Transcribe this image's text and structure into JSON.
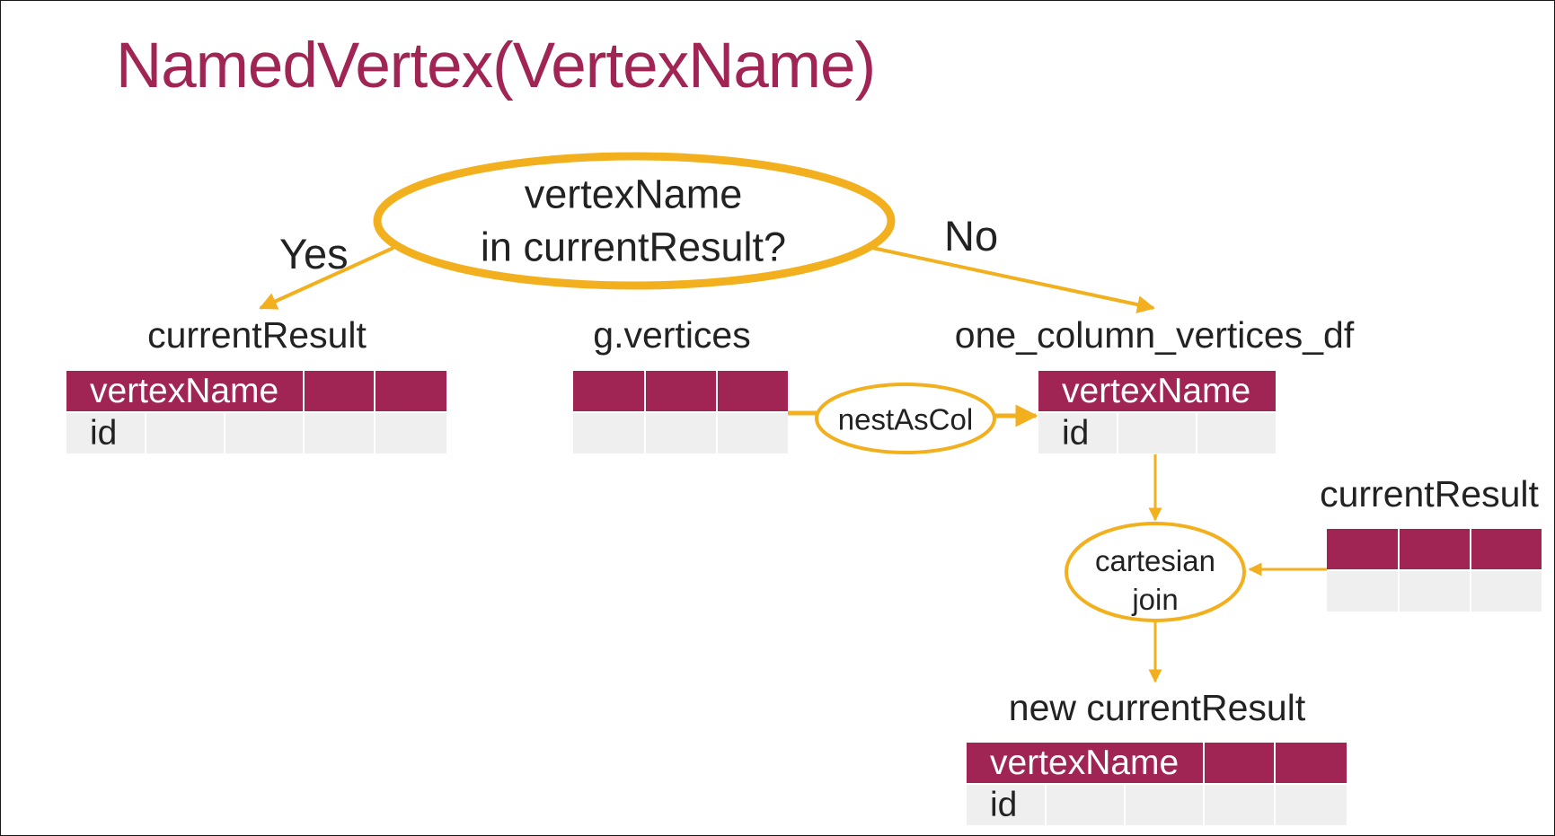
{
  "title": "NamedVertex(VertexName)",
  "decision": {
    "question_line1": "vertexName",
    "question_line2": "in currentResult?",
    "yes_label": "Yes",
    "no_label": "No"
  },
  "tables": {
    "current_result": {
      "label": "currentResult",
      "header": [
        "vertexName",
        "",
        "",
        ""
      ],
      "row": [
        "id",
        "",
        "",
        ""
      ]
    },
    "g_vertices": {
      "label": "g.vertices",
      "header": [
        "",
        "",
        ""
      ],
      "row": [
        "",
        "",
        ""
      ]
    },
    "one_column_vertices_df": {
      "label": "one_column_vertices_df",
      "header": [
        "vertexName",
        "",
        ""
      ],
      "row": [
        "id",
        "",
        ""
      ]
    },
    "current_result_right": {
      "label": "currentResult",
      "header": [
        "",
        "",
        ""
      ],
      "row": [
        "",
        "",
        ""
      ]
    },
    "new_current_result": {
      "label": "new currentResult",
      "header": [
        "vertexName",
        "",
        ""
      ],
      "row": [
        "id",
        "",
        "",
        ""
      ]
    }
  },
  "operations": {
    "nest_as_col": "nestAsCol",
    "cartesian_join_line1": "cartesian",
    "cartesian_join_line2": "join"
  },
  "colors": {
    "title": "#a02454",
    "table_header": "#a02454",
    "table_body": "#efefef",
    "arrow": "#f2b01e"
  }
}
